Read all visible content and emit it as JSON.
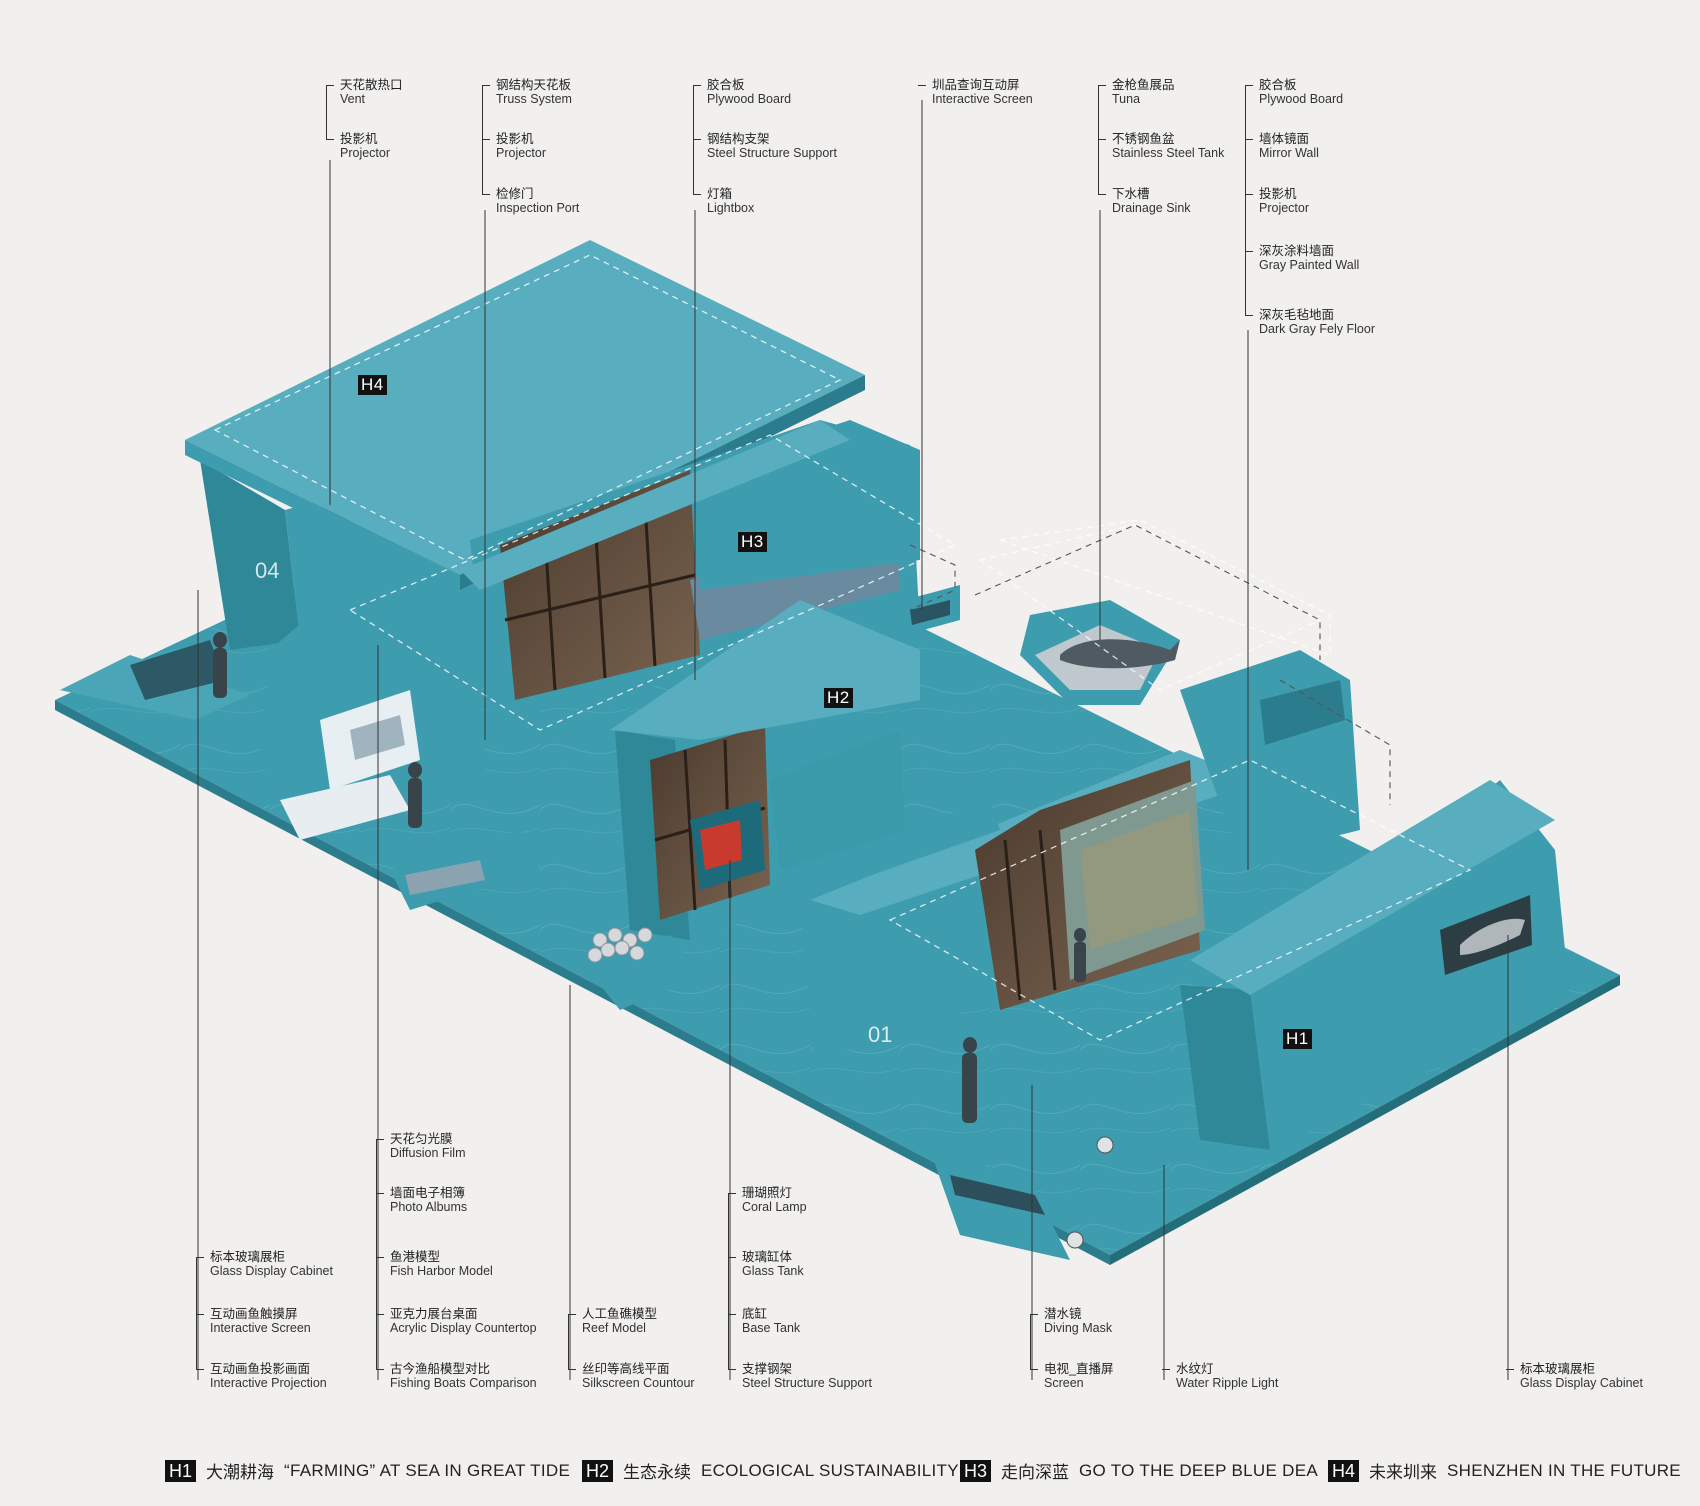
{
  "zones": {
    "h1": {
      "code": "H1"
    },
    "h2": {
      "code": "H2"
    },
    "h3": {
      "code": "H3"
    },
    "h4": {
      "code": "H4"
    }
  },
  "exhibit_panels": {
    "h4_number": "04",
    "h1_number": "01"
  },
  "callouts_top": [
    {
      "items": [
        {
          "zh": "天花散热口",
          "en": "Vent"
        },
        {
          "zh": "投影机",
          "en": "Projector"
        }
      ]
    },
    {
      "items": [
        {
          "zh": "钢结构天花板",
          "en": "Truss System"
        },
        {
          "zh": "投影机",
          "en": "Projector"
        },
        {
          "zh": "检修门",
          "en": "Inspection Port"
        }
      ]
    },
    {
      "items": [
        {
          "zh": "胶合板",
          "en": "Plywood Board"
        },
        {
          "zh": "钢结构支架",
          "en": "Steel Structure Support"
        },
        {
          "zh": "灯箱",
          "en": "Lightbox"
        }
      ]
    },
    {
      "items": [
        {
          "zh": "圳品查询互动屏",
          "en": "Interactive Screen"
        }
      ]
    },
    {
      "items": [
        {
          "zh": "金枪鱼展品",
          "en": "Tuna"
        },
        {
          "zh": "不锈钢鱼盆",
          "en": "Stainless Steel Tank"
        },
        {
          "zh": "下水槽",
          "en": "Drainage Sink"
        }
      ]
    },
    {
      "items": [
        {
          "zh": "胶合板",
          "en": "Plywood Board"
        },
        {
          "zh": "墙体镜面",
          "en": "Mirror Wall"
        },
        {
          "zh": "投影机",
          "en": "Projector"
        },
        {
          "zh": "深灰涂料墙面",
          "en": "Gray Painted Wall"
        },
        {
          "zh": "深灰毛毡地面",
          "en": "Dark Gray Fely Floor"
        }
      ]
    }
  ],
  "callouts_bottom": [
    {
      "items": [
        {
          "zh": "标本玻璃展柜",
          "en": "Glass Display Cabinet"
        },
        {
          "zh": "互动画鱼触摸屏",
          "en": "Interactive Screen"
        },
        {
          "zh": "互动画鱼投影画面",
          "en": "Interactive Projection"
        }
      ]
    },
    {
      "items": [
        {
          "zh": "天花匀光膜",
          "en": "Diffusion Film"
        },
        {
          "zh": "墙面电子相簿",
          "en": "Photo Albums"
        },
        {
          "zh": "鱼港模型",
          "en": "Fish Harbor Model"
        },
        {
          "zh": "亚克力展台桌面",
          "en": "Acrylic Display Countertop"
        },
        {
          "zh": "古今渔船模型对比",
          "en": "Fishing Boats Comparison"
        }
      ]
    },
    {
      "items": [
        {
          "zh": "人工鱼礁模型",
          "en": "Reef Model"
        },
        {
          "zh": "丝印等高线平面",
          "en": "Silkscreen Countour"
        }
      ]
    },
    {
      "items": [
        {
          "zh": "珊瑚照灯",
          "en": "Coral Lamp"
        },
        {
          "zh": "玻璃缸体",
          "en": "Glass Tank"
        },
        {
          "zh": "底缸",
          "en": "Base Tank"
        },
        {
          "zh": "支撑钢架",
          "en": "Steel Structure Support"
        }
      ]
    },
    {
      "items": [
        {
          "zh": "潜水镜",
          "en": "Diving Mask"
        },
        {
          "zh": "电视_直播屏",
          "en": "Screen"
        }
      ]
    },
    {
      "items": [
        {
          "zh": "水纹灯",
          "en": "Water Ripple Light"
        }
      ]
    },
    {
      "items": [
        {
          "zh": "标本玻璃展柜",
          "en": "Glass Display Cabinet"
        }
      ]
    }
  ],
  "legend": [
    {
      "code": "H1",
      "zh": "大潮耕海",
      "en": "“FARMING” AT SEA IN GREAT TIDE"
    },
    {
      "code": "H2",
      "zh": "生态永续",
      "en": "ECOLOGICAL SUSTAINABILITY"
    },
    {
      "code": "H3",
      "zh": "走向深蓝",
      "en": "GO TO THE DEEP BLUE DEA"
    },
    {
      "code": "H4",
      "zh": "未来圳来",
      "en": "SHENZHEN IN THE FUTURE"
    }
  ],
  "colors": {
    "background": "#f1f0ef",
    "teal": "#3d9cae",
    "teal_light": "#58adbe",
    "teal_dark": "#2b7c8c",
    "wood": "#6b5847",
    "line": "#333333"
  }
}
